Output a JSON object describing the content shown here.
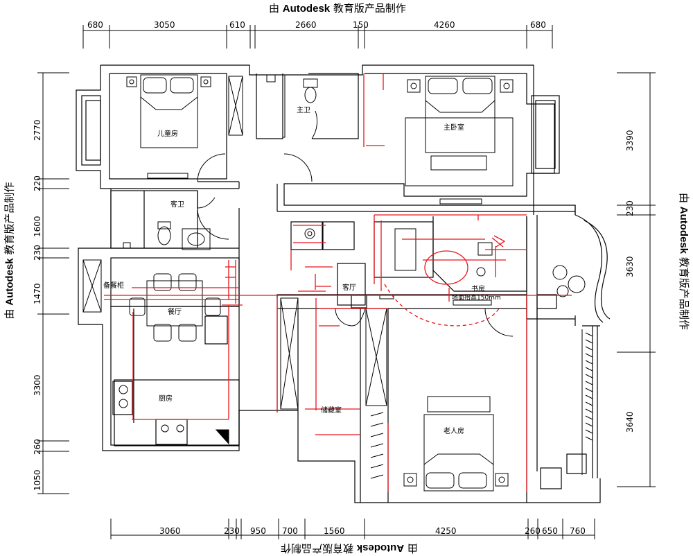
{
  "watermark": {
    "prefix": "由 ",
    "brand": "Autodesk",
    "suffix": " 教育版产品制作"
  },
  "dimensions": {
    "top": [
      "680",
      "3050",
      "610",
      "2660",
      "150",
      "4260",
      "680"
    ],
    "bottom": [
      "3060",
      "230",
      "950",
      "700",
      "1560",
      "4250",
      "260",
      "650",
      "760"
    ],
    "left": [
      "2770",
      "220",
      "1600",
      "230",
      "1470",
      "3300",
      "260",
      "1050"
    ],
    "right": [
      "3390",
      "230",
      "3630",
      "3640"
    ]
  },
  "rooms": {
    "kids_room": "儿童房",
    "toilet_main": "主卫",
    "master_bedroom": "主卧室",
    "guest_bath": "客卫",
    "storage_cabinet": "备餐柜",
    "dining": "餐厅",
    "kitchen": "厨房",
    "living_room": "客厅",
    "study": "书房",
    "study_note": "地面抬高150mm",
    "storage_room": "储藏室",
    "elder_room": "老人房"
  },
  "colors": {
    "wall": "#000000",
    "annotation": "#e8141b",
    "background": "#ffffff"
  }
}
